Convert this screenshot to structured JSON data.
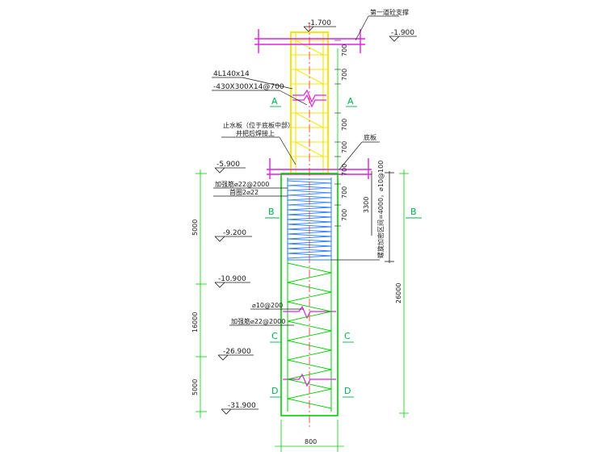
{
  "levels": {
    "l1": "-1.700",
    "l2": "-1.900",
    "l3": "-5.900",
    "l4": "-9.200",
    "l5": "-10.900",
    "l6": "-26.900",
    "l7": "-31.900"
  },
  "annotations": {
    "support": "第一道砼支撑",
    "angle": "4L140x14",
    "plate": "-430X300X14@700",
    "stopper1": "止水板（位于底板中部）",
    "stopper2": "并把后焊接上",
    "floor": "底板",
    "rebar1": "加强筋⌀22@2000",
    "rebar2": "首圈2⌀22",
    "spiral": "⌀10@200",
    "rebar3": "加强筋⌀22@2000",
    "dense_zone": "螺旋加密区间=4000，⌀10@100"
  },
  "sections": {
    "a": "A",
    "b": "B",
    "c": "C",
    "d": "D"
  },
  "dimensions": {
    "d700": "700",
    "d3300": "3300",
    "d5000a": "5000",
    "d16000": "16000",
    "d5000b": "5000",
    "d26000": "26000",
    "d800": "800"
  }
}
